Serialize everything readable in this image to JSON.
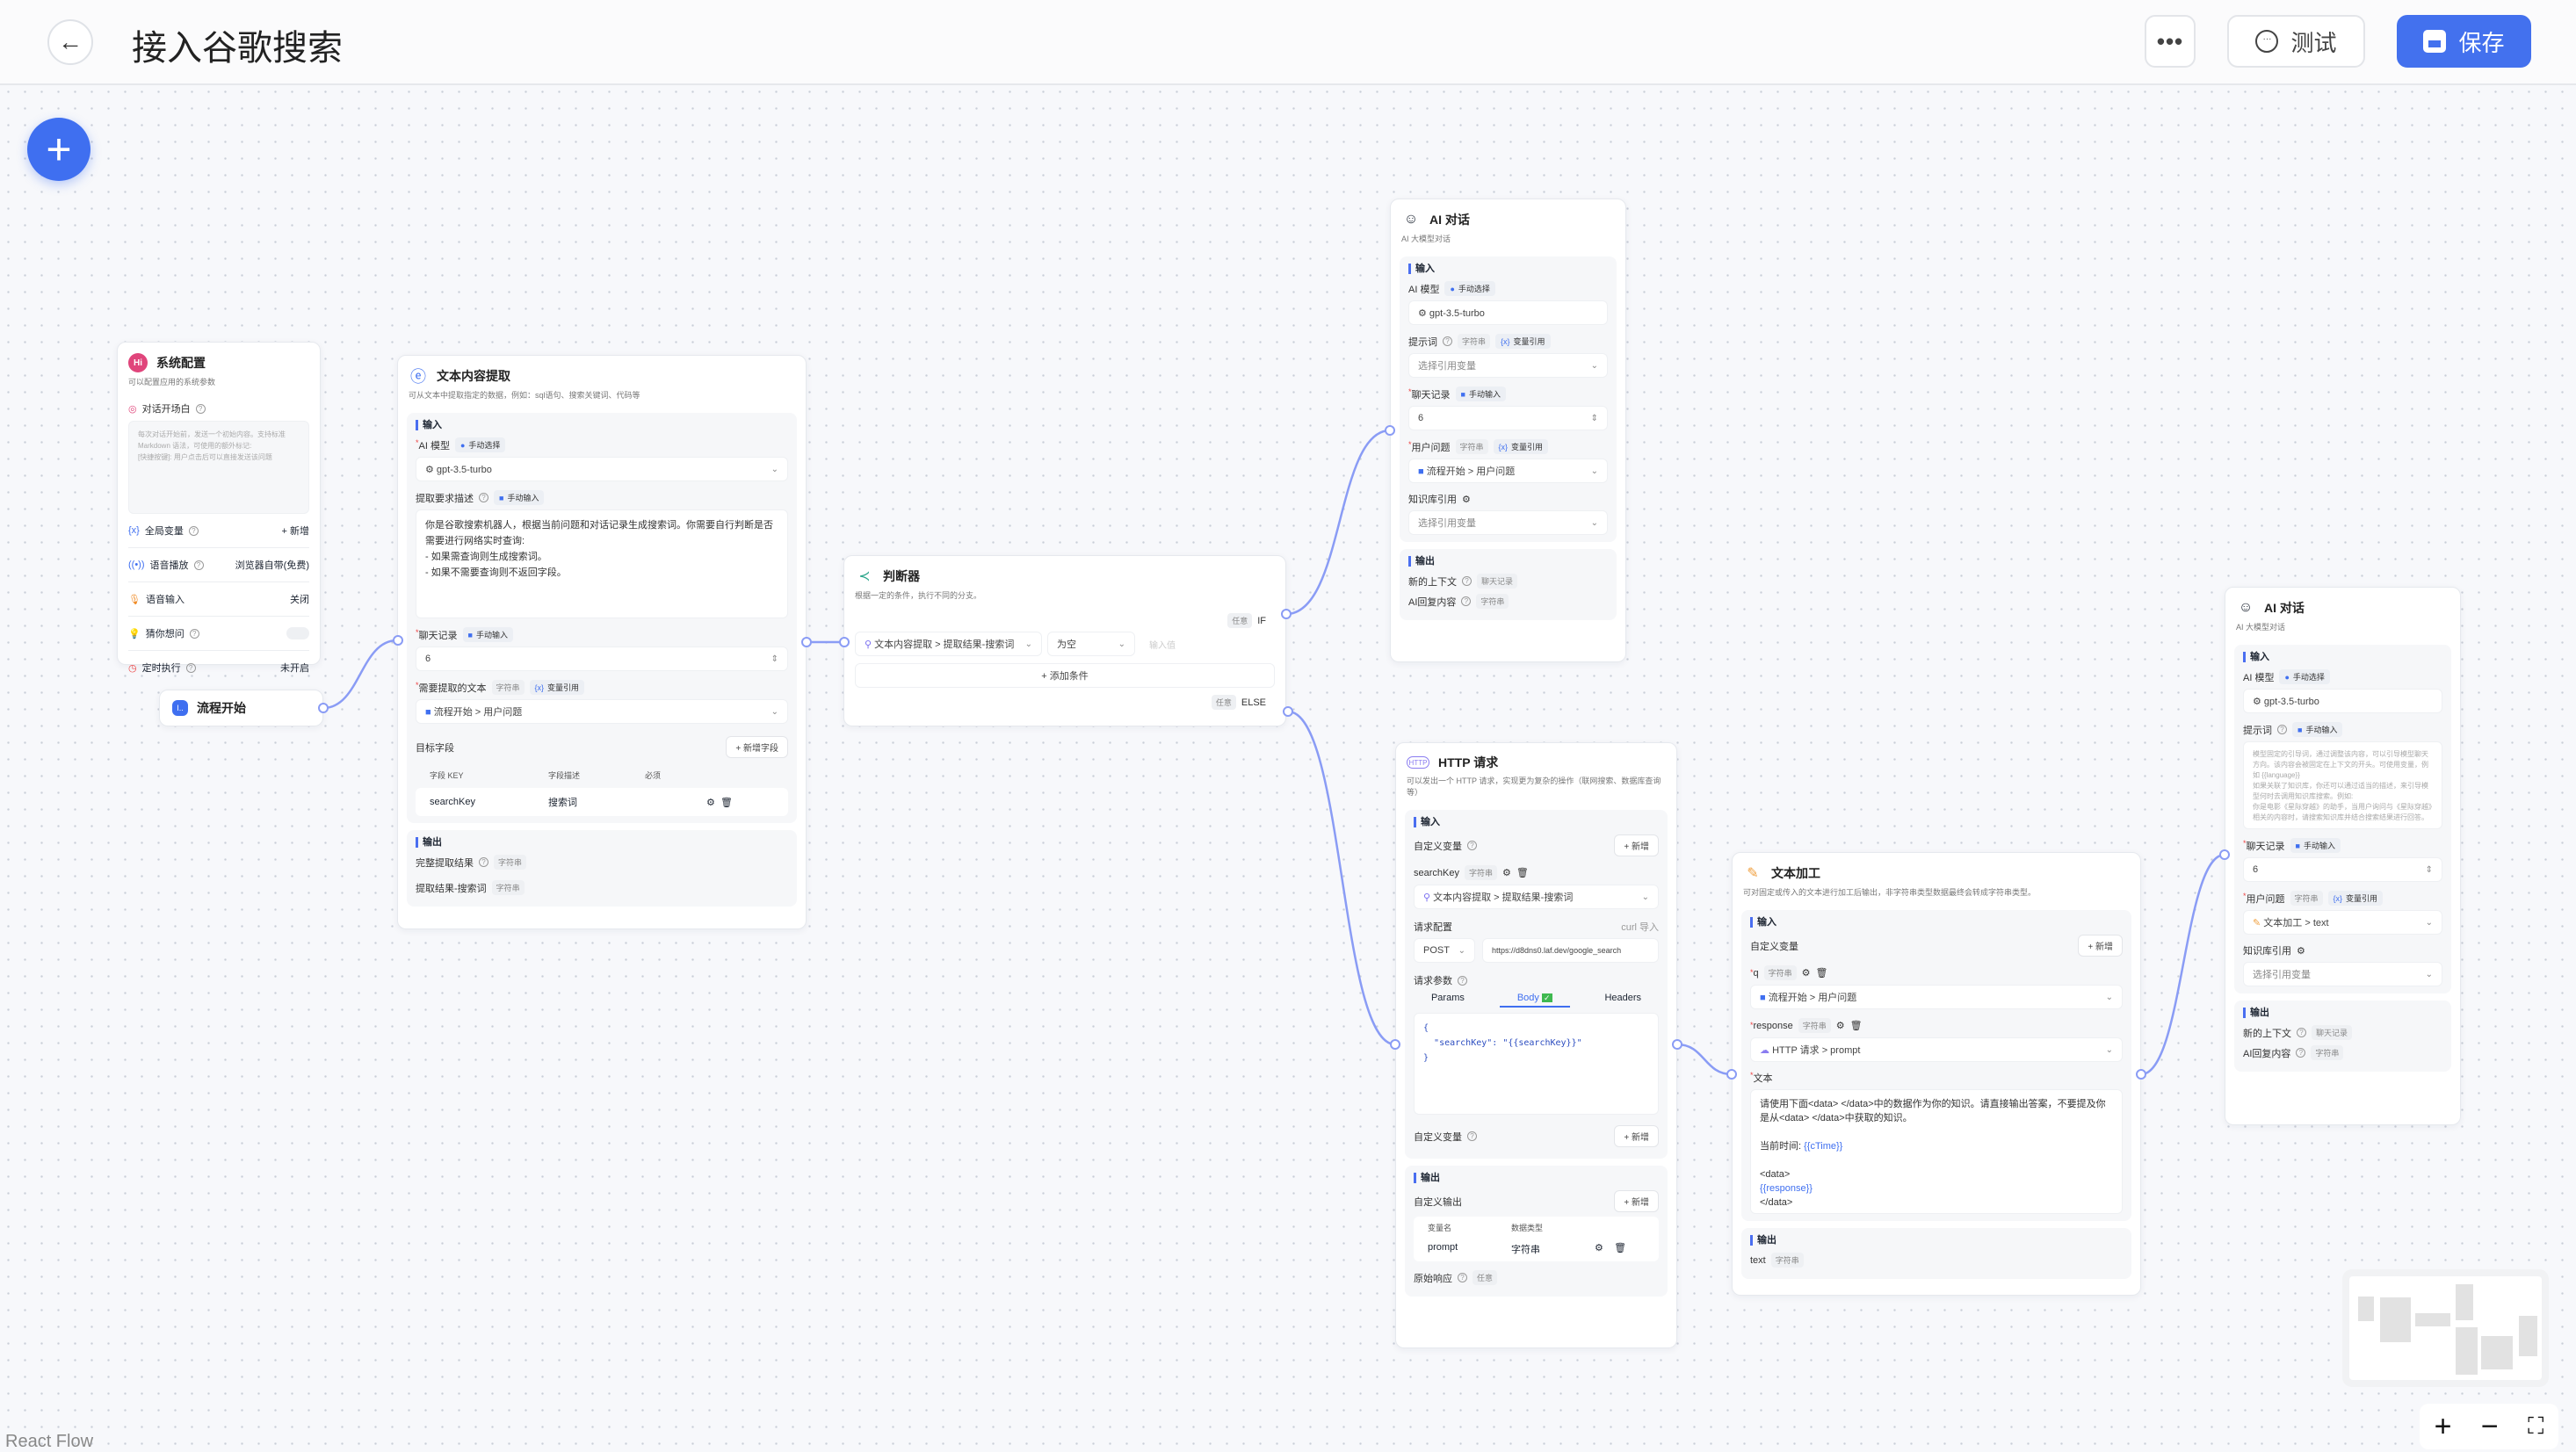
{
  "header": {
    "title": "接入谷歌搜索",
    "more_icon": "more-icon",
    "test_label": "测试",
    "save_label": "保存",
    "accent": "#4371ee"
  },
  "canvas": {
    "attribution": "React Flow",
    "edge_color": "#8a9cf5"
  },
  "system_config": {
    "title": "系统配置",
    "desc": "可以配置应用的系统参数",
    "welcome_label": "对话开场白",
    "welcome_placeholder": "每次对话开始前，发送一个初始内容。支持标准 Markdown 语法，可使用的额外标记:\n[快捷按键]: 用户点击后可以直接发送该问题",
    "global_vars": "全局变量",
    "global_vars_add": "+ 新增",
    "tts": "语音播放",
    "tts_value": "浏览器自带(免费)",
    "voice_input": "语音输入",
    "voice_input_value": "关闭",
    "guess": "猜你想问",
    "schedule": "定时执行",
    "schedule_value": "未开启"
  },
  "flow_start": {
    "title": "流程开始"
  },
  "extract": {
    "title": "文本内容提取",
    "desc": "可从文本中提取指定的数据，例如：sql语句、搜索关键词、代码等",
    "input": "输入",
    "model_label": "AI 模型",
    "manual_select": "手动选择",
    "model": "gpt-3.5-turbo",
    "desc_label": "提取要求描述",
    "manual_input": "手动输入",
    "desc_text": "你是谷歌搜索机器人，根据当前问题和对话记录生成搜索词。你需要自行判断是否需要进行网络实时查询:\n- 如果需查询则生成搜索词。\n- 如果不需要查询则不返回字段。",
    "history_label": "聊天记录",
    "history_value": "6",
    "text_label": "需要提取的文本",
    "string_tag": "字符串",
    "var_ref": "变量引用",
    "text_ref": "流程开始 > 用户问题",
    "fields_label": "目标字段",
    "add_field": "+ 新增字段",
    "col_key": "字段 KEY",
    "col_desc": "字段描述",
    "col_required": "必须",
    "field_key": "searchKey",
    "field_desc": "搜索词",
    "output": "输出",
    "out1": "完整提取结果",
    "out2": "提取结果-搜索词"
  },
  "judge": {
    "title": "判断器",
    "desc": "根据一定的条件，执行不同的分支。",
    "any": "任意",
    "if": "IF",
    "else": "ELSE",
    "cond_var": "文本内容提取 > 提取结果-搜索词",
    "cond_op": "为空",
    "cond_value_placeholder": "输入值",
    "add_cond": "+ 添加条件"
  },
  "ai1": {
    "title": "AI 对话",
    "desc": "AI 大模型对话",
    "input": "输入",
    "model_label": "AI 模型",
    "manual_select": "手动选择",
    "model": "gpt-3.5-turbo",
    "prompt_label": "提示词",
    "string_tag": "字符串",
    "var_ref": "变量引用",
    "prompt_ph": "选择引用变量",
    "history_label": "聊天记录",
    "manual_input": "手动输入",
    "history_value": "6",
    "question_label": "用户问题",
    "question_ref": "流程开始 > 用户问题",
    "kb_label": "知识库引用",
    "kb_ph": "选择引用变量",
    "output": "输出",
    "out1": "新的上下文",
    "out1_tag": "聊天记录",
    "out2": "AI回复内容"
  },
  "http": {
    "title": "HTTP 请求",
    "desc": "可以发出一个 HTTP 请求，实现更为复杂的操作（联网搜索、数据库查询等）",
    "input": "输入",
    "custom_vars": "自定义变量",
    "add": "+ 新增",
    "var_name": "searchKey",
    "string_tag": "字符串",
    "var_ref": "文本内容提取 > 提取结果-搜索词",
    "req_config": "请求配置",
    "curl": "curl 导入",
    "method": "POST",
    "url": "https://d8dns0.laf.dev/google_search",
    "params_label": "请求参数",
    "tabs": [
      "Params",
      "Body",
      "Headers"
    ],
    "active_tab": "Body",
    "body": "{\n  \"searchKey\": \"{{searchKey}}\"\n}",
    "custom_vars2": "自定义变量",
    "output": "输出",
    "custom_out": "自定义输出",
    "col_name": "变量名",
    "col_type": "数据类型",
    "out_name": "prompt",
    "out_type": "字符串",
    "raw": "原始响应",
    "raw_tag": "任意"
  },
  "textproc": {
    "title": "文本加工",
    "desc": "可对固定或传入的文本进行加工后输出，非字符串类型数据最终会转成字符串类型。",
    "input": "输入",
    "custom_vars": "自定义变量",
    "add": "+ 新增",
    "v1": "q",
    "v1_ref": "流程开始 > 用户问题",
    "v2": "response",
    "v2_ref": "HTTP 请求 > prompt",
    "string_tag": "字符串",
    "text_label": "文本",
    "text_line1": "请使用下面<data> </data>中的数据作为你的知识。请直接输出答案，不要提及你是从<data> </data>中获取的知识。",
    "text_time": "当前时间: ",
    "text_time_var": "{{cTime}}",
    "text_data_open": "<data>",
    "text_resp_var": "{{response}}",
    "text_data_close": "</data>",
    "output": "输出",
    "out": "text"
  },
  "ai2": {
    "title": "AI 对话",
    "desc": "AI 大模型对话",
    "input": "输入",
    "model_label": "AI 模型",
    "manual_select": "手动选择",
    "model": "gpt-3.5-turbo",
    "prompt_label": "提示词",
    "manual_input": "手动输入",
    "prompt_ph": "模型固定的引导词，通过调整该内容，可以引导模型聊天方向。该内容会被固定在上下文的开头。可使用变量，例如 {{language}}\n如果关联了知识库，你还可以通过适当的描述，来引导模型何时去调用知识库搜索。例如:\n你是电影《星际穿越》的助手，当用户询问与《星际穿越》相关的内容时，请搜索知识库并结合搜索结果进行回答。",
    "history_label": "聊天记录",
    "history_value": "6",
    "question_label": "用户问题",
    "string_tag": "字符串",
    "var_ref": "变量引用",
    "question_ref": "文本加工 > text",
    "kb_label": "知识库引用",
    "kb_ph": "选择引用变量",
    "output": "输出",
    "out1": "新的上下文",
    "out1_tag": "聊天记录",
    "out2": "AI回复内容"
  }
}
